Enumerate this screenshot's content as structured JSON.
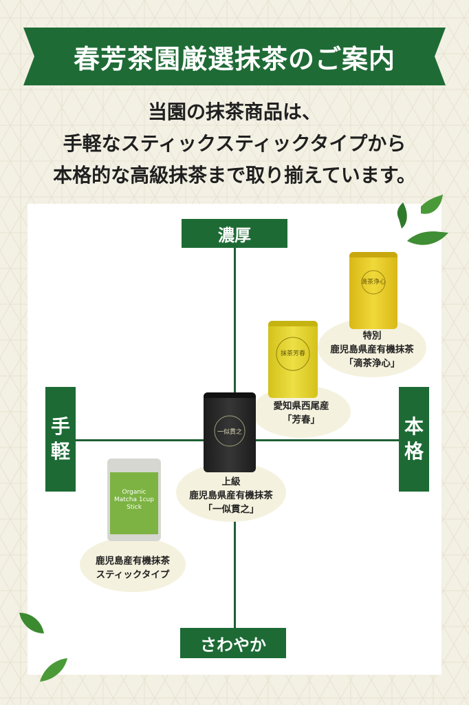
{
  "banner": {
    "title": "春芳茶園厳選抹茶のご案内"
  },
  "intro": {
    "lines": [
      "当園の抹茶商品は、",
      "手軽なスティックスティックタイプから",
      "本格的な高級抹茶まで取り揃えています。"
    ]
  },
  "axes": {
    "top": "濃厚",
    "bottom": "さわやか",
    "left": [
      "手",
      "軽"
    ],
    "right": [
      "本",
      "格"
    ]
  },
  "products": [
    {
      "lines": [
        "特別",
        "鹿児島県産有機抹茶",
        "「滴茶浄心」"
      ],
      "package_color": "#e6c91e",
      "package_text": "滴茶浄心"
    },
    {
      "lines": [
        "愛知県西尾産",
        "「芳春」"
      ],
      "package_color": "#e2d02a",
      "package_text": "抹茶芳春"
    },
    {
      "lines": [
        "上級",
        "鹿児島県産有機抹茶",
        "「一似貫之」"
      ],
      "package_color": "#2a2a2a",
      "package_text": "一似貫之"
    },
    {
      "lines": [
        "鹿児島産有機抹茶",
        "スティックタイプ"
      ],
      "package_color": "#7cb342",
      "package_text": "Organic Matcha 1cup Stick"
    }
  ],
  "colors": {
    "accent": "#1d6a35",
    "banner": "#1f6b36",
    "oval": "#f4f1de"
  }
}
